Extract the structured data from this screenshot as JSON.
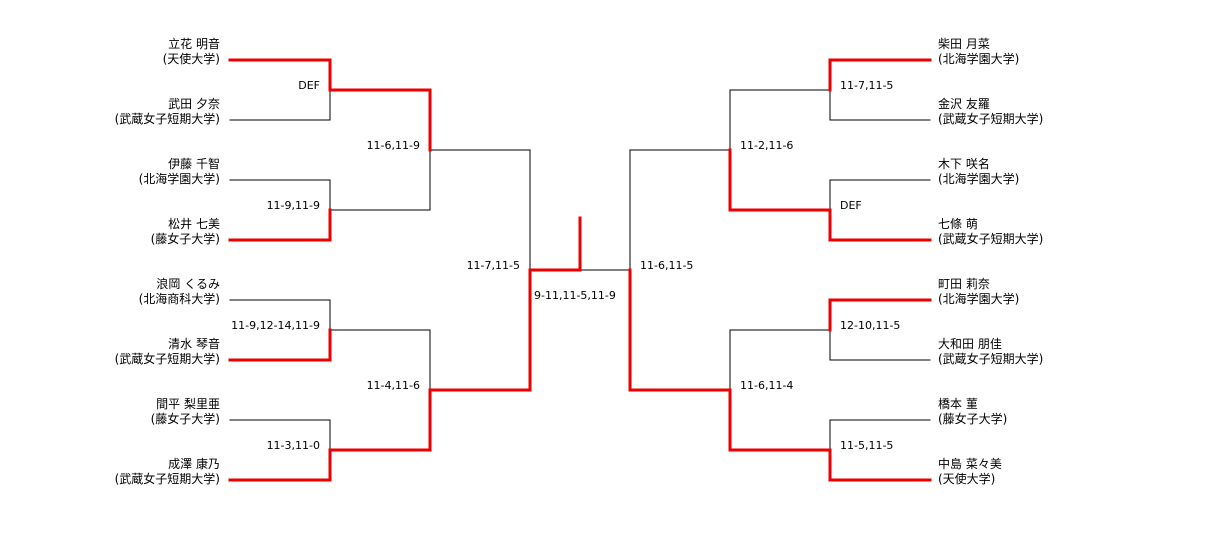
{
  "players": {
    "left": [
      {
        "name": "立花 明音",
        "school": "(天使大学)"
      },
      {
        "name": "武田 夕奈",
        "school": "(武蔵女子短期大学)"
      },
      {
        "name": "伊藤 千智",
        "school": "(北海学園大学)"
      },
      {
        "name": "松井 七美",
        "school": "(藤女子大学)"
      },
      {
        "name": "浪岡 くるみ",
        "school": "(北海商科大学)"
      },
      {
        "name": "清水 琴音",
        "school": "(武蔵女子短期大学)"
      },
      {
        "name": "間平 梨里亜",
        "school": "(藤女子大学)"
      },
      {
        "name": "成澤 康乃",
        "school": "(武蔵女子短期大学)"
      }
    ],
    "right": [
      {
        "name": "柴田 月菜",
        "school": "(北海学園大学)"
      },
      {
        "name": "金沢 友羅",
        "school": "(武蔵女子短期大学)"
      },
      {
        "name": "木下 咲名",
        "school": "(北海学園大学)"
      },
      {
        "name": "七條 萌",
        "school": "(武蔵女子短期大学)"
      },
      {
        "name": "町田 莉奈",
        "school": "(北海学園大学)"
      },
      {
        "name": "大和田 朋佳",
        "school": "(武蔵女子短期大学)"
      },
      {
        "name": "橋本 菫",
        "school": "(藤女子大学)"
      },
      {
        "name": "中島 菜々美",
        "school": "(天使大学)"
      }
    ]
  },
  "scores": {
    "left_r1": [
      "DEF",
      "11-9,11-9",
      "11-9,12-14,11-9",
      "11-3,11-0"
    ],
    "left_r2": [
      "11-6,11-9",
      "11-4,11-6"
    ],
    "left_r3": "11-7,11-5",
    "final": "9-11,11-5,11-9",
    "right_r3": "11-6,11-5",
    "right_r2": [
      "11-2,11-6",
      "11-6,11-4"
    ],
    "right_r1": [
      "11-7,11-5",
      "DEF",
      "12-10,11-5",
      "11-5,11-5"
    ]
  },
  "winners": {
    "left_r1": [
      0,
      1,
      1,
      1
    ],
    "left_r2": [
      0,
      1
    ],
    "left_r3": 1,
    "right_r1": [
      0,
      1,
      0,
      1
    ],
    "right_r2": [
      1,
      1
    ],
    "right_r3": 1,
    "final": "left"
  },
  "colors": {
    "line": "#000000",
    "winner": "#ee0000"
  }
}
